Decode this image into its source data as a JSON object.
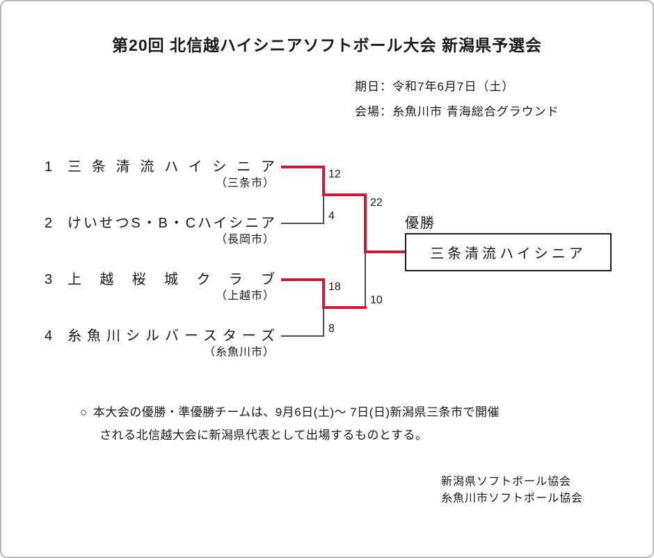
{
  "header": {
    "title": "第20回 北信越ハイシニアソフトボール大会 新潟県予選会",
    "date_line": "期日：令和7年6月7日（土）",
    "venue_line": "会場：糸魚川市 青海総合グラウンド"
  },
  "bracket": {
    "teams": [
      {
        "seed": "1",
        "name": "三条清流ハイシニア",
        "city": "（三条市）",
        "score": "12",
        "result": "win"
      },
      {
        "seed": "2",
        "name": "けいせつS・B・Cハイシニア",
        "city": "（長岡市）",
        "score": "4",
        "result": "lose"
      },
      {
        "seed": "3",
        "name": "上越桜城クラブ",
        "city": "（上越市）",
        "score": "18",
        "result": "win"
      },
      {
        "seed": "4",
        "name": "糸魚川シルバースターズ",
        "city": "（糸魚川市）",
        "score": "8",
        "result": "lose"
      }
    ],
    "final": {
      "top_score": "22",
      "bottom_score": "10"
    },
    "champion_label": "優勝",
    "champion": "三条清流ハイシニア"
  },
  "note": {
    "marker": "○",
    "line1": "本大会の優勝・準優勝チームは、9月6日(土)～ 7日(日)新潟県三条市で開催",
    "line2": "される北信越大会に新潟県代表として出場するものとする。"
  },
  "footer": {
    "organizations": [
      "新潟県ソフトボール協会",
      "糸魚川市ソフトボール協会"
    ]
  },
  "colors": {
    "winner-line": "#cd1937",
    "loser-line": "#4b4b4b",
    "page-border": "#b9b9b9",
    "text": "#1a1a1a"
  }
}
